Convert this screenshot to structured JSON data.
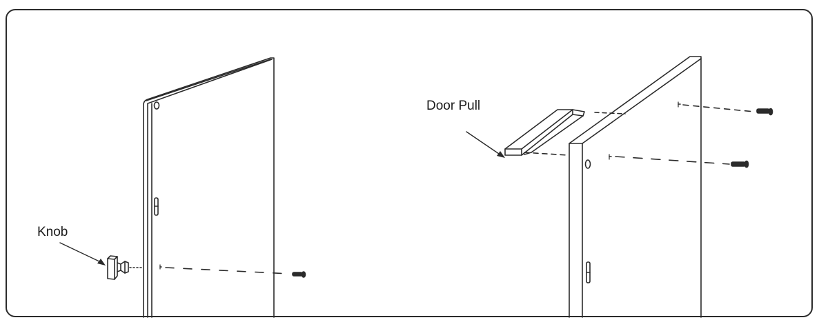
{
  "diagram": {
    "type": "assembly-instruction",
    "panels": [
      {
        "id": "left",
        "subject": "door with knob",
        "callout": {
          "label": "Knob"
        },
        "parts": [
          "door-panel",
          "knob",
          "screw"
        ]
      },
      {
        "id": "right",
        "subject": "door with door pull",
        "callout": {
          "label": "Door Pull"
        },
        "parts": [
          "door-panel",
          "door-pull",
          "screw",
          "screw"
        ]
      }
    ],
    "colors": {
      "line": "#2b2b2b",
      "background": "#ffffff"
    }
  }
}
